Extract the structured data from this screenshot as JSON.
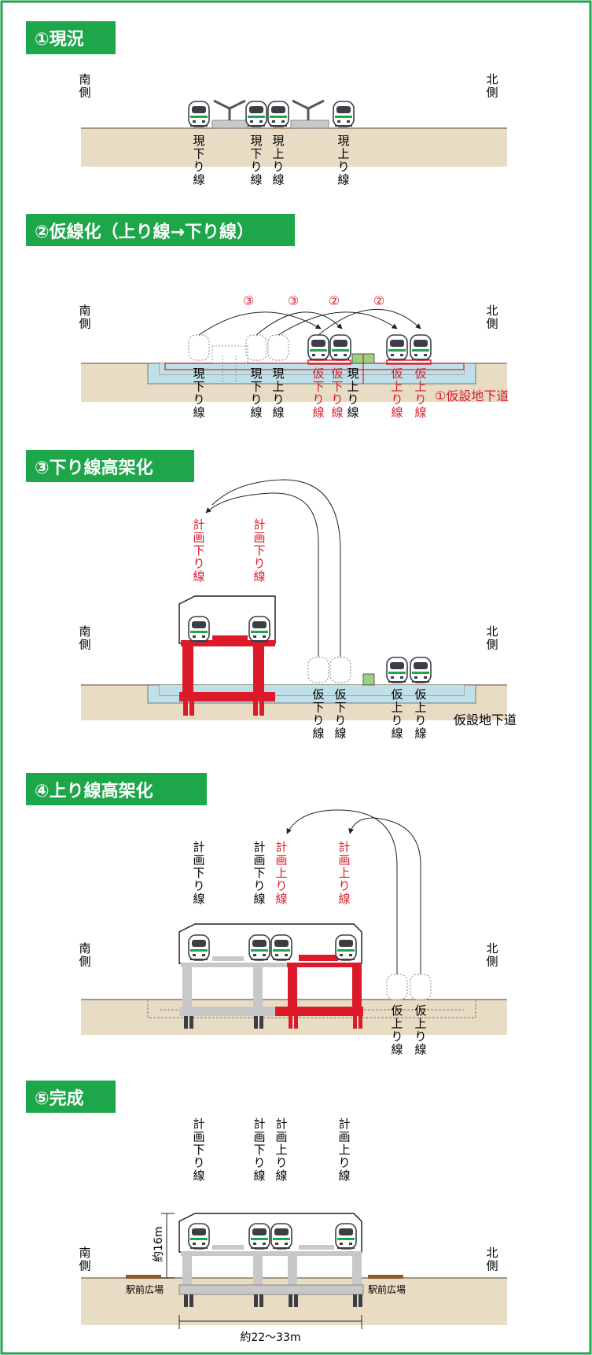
{
  "colors": {
    "green": "#1ea64a",
    "red": "#dd1a2a",
    "earth": "#e8dcc4",
    "earth_line": "#8c7b68",
    "underpass": "#bfe0e8",
    "gray_struct": "#c8c8c8",
    "train_dark": "#3b3f45"
  },
  "sides": {
    "south": "南側",
    "north": "北側"
  },
  "steps": [
    {
      "title": "①現況",
      "labels": [
        "現下り線",
        "現下り線",
        "現上り線",
        "現上り線"
      ]
    },
    {
      "title": "②仮線化（上り線→下り線）",
      "step_marks": [
        "③",
        "③",
        "②",
        "②"
      ],
      "labels_black": [
        "現下り線",
        "現下り線",
        "現上り線",
        "現上り線"
      ],
      "labels_red": [
        "仮下り線",
        "仮下り線",
        "仮上り線",
        "仮上り線"
      ],
      "underpass_label": "①仮設地下道"
    },
    {
      "title": "③下り線高架化",
      "planned_labels": [
        "計画下り線",
        "計画下り線"
      ],
      "temp_labels": [
        "仮下り線",
        "仮下り線",
        "仮上り線",
        "仮上り線"
      ],
      "underpass_label": "仮設地下道"
    },
    {
      "title": "④上り線高架化",
      "planned_black": [
        "計画下り線",
        "計画下り線"
      ],
      "planned_red": [
        "計画上り線",
        "計画上り線"
      ],
      "temp_labels": [
        "仮上り線",
        "仮上り線"
      ]
    },
    {
      "title": "⑤完成",
      "planned_labels": [
        "計画下り線",
        "計画下り線",
        "計画上り線",
        "計画上り線"
      ],
      "height_label": "約16m",
      "width_label": "約22〜33m",
      "plaza_labels": [
        "駅前広場",
        "駅前広場"
      ]
    }
  ]
}
